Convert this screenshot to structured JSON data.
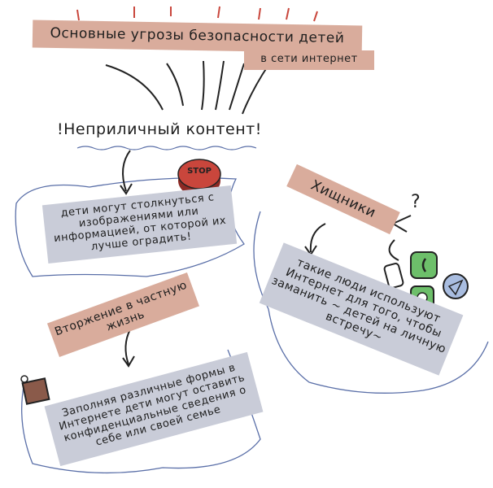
{
  "title": {
    "line1": "Основные угрозы безопасности детей",
    "line2": "в сети интернет"
  },
  "sections": {
    "content": {
      "heading": "!Неприличный контент!",
      "body": "дети могут столкнуться с изображениями или информацией, от которой их лучше оградить!",
      "stop_label": "STOP"
    },
    "predators": {
      "heading": "Хищники",
      "body": "такие люди используют Интернет для того, чтобы заманить ~ детей на личную встречу~"
    },
    "privacy": {
      "heading": "Вторжение в частную жизнь",
      "body": "Заполняя различные формы в Интернете дети могут оставить конфиденциальные сведения о себе или своей семье"
    }
  },
  "colors": {
    "pink": "#d9ac9c",
    "grey": "#c9ccd8",
    "stop": "#c9463c",
    "green": "#6dbf6a",
    "blue": "#a9bde0",
    "outline": "#5a6fa8"
  }
}
